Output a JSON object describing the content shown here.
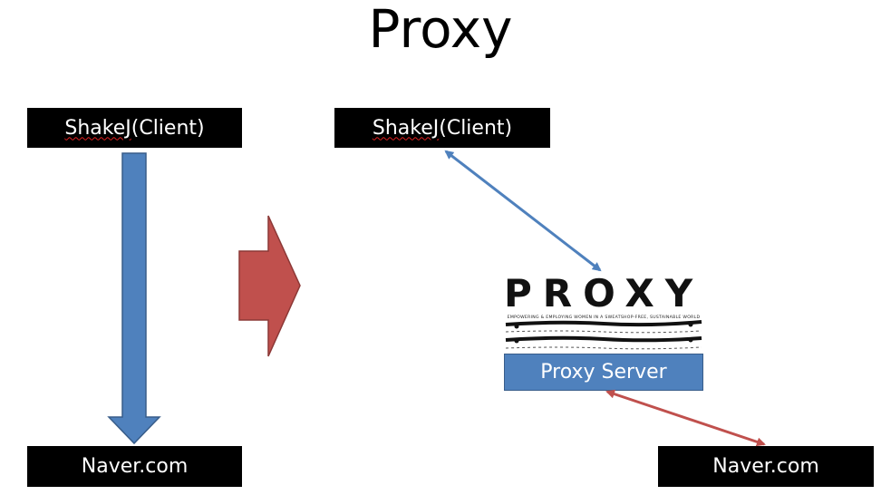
{
  "title": "Proxy",
  "left": {
    "client_prefix": "ShakeJ",
    "client_suffix": "(Client)",
    "server_label": "Naver.com"
  },
  "right": {
    "client_prefix": "ShakeJ",
    "client_suffix": "(Client)",
    "proxy_logo_text": "PROXY",
    "proxy_logo_tagline": "EMPOWERING & EMPLOYING WOMEN IN A SWEATSHOP-FREE, SUSTAINABLE WORLD",
    "proxy_server_label": "Proxy Server",
    "server_label": "Naver.com"
  },
  "colors": {
    "blue_arrow": "#4f81bd",
    "red_arrow": "#c0504d",
    "box_bg": "#000000"
  }
}
